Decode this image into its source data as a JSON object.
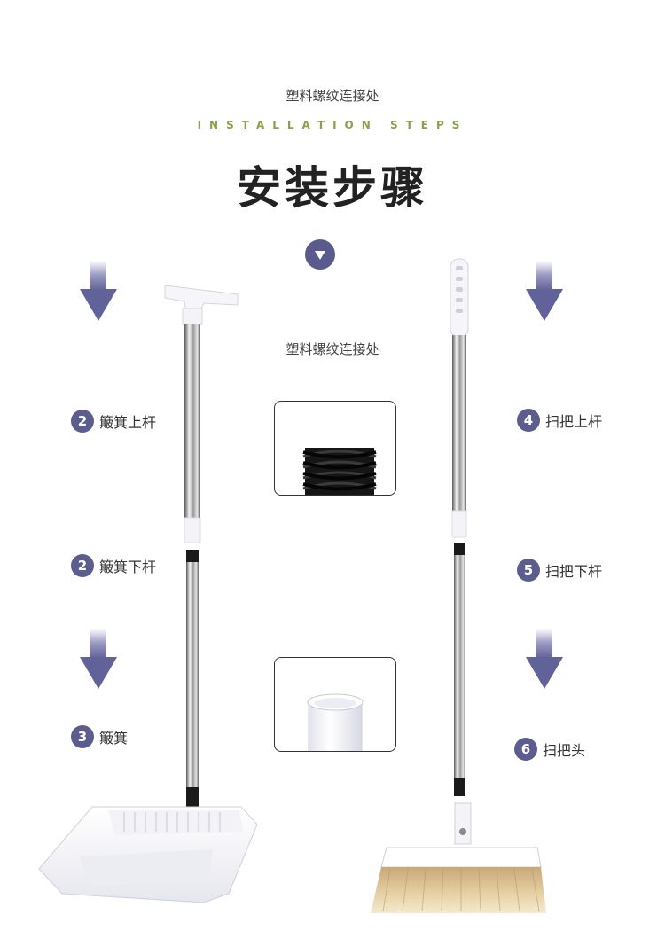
{
  "header": {
    "subtitle": "塑料螺纹连接处",
    "english": "INSTALLATION STEPS",
    "title": "安装步骤"
  },
  "middle": {
    "detail_label": "塑料螺纹连接处"
  },
  "steps_left": [
    {
      "number": "2",
      "label": "簸箕上杆"
    },
    {
      "number": "2",
      "label": "簸箕下杆"
    },
    {
      "number": "3",
      "label": "簸箕"
    }
  ],
  "steps_right": [
    {
      "number": "4",
      "label": "扫把上杆"
    },
    {
      "number": "5",
      "label": "扫把下杆"
    },
    {
      "number": "6",
      "label": "扫把头"
    }
  ],
  "colors": {
    "accent": "#5c5c8f",
    "arrow": "#6e6ea6",
    "english_green": "#8aa04a"
  },
  "icons": [
    "down-arrow-icon",
    "chevron-down-icon"
  ]
}
